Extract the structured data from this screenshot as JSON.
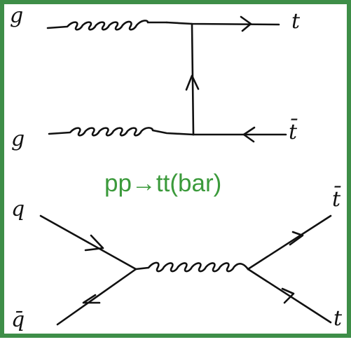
{
  "caption": "pp→tt(bar)",
  "colors": {
    "frame": "#3e8e48",
    "caption": "#3b9a3b",
    "ink": "#111111"
  },
  "diagram1": {
    "labels": {
      "top_left": "g",
      "bottom_left": "g",
      "top_right": "t",
      "bottom_right": "t̄"
    }
  },
  "diagram2": {
    "labels": {
      "top_left": "q",
      "bottom_left": "q̄",
      "top_right": "t̄",
      "bottom_right": "t"
    }
  }
}
